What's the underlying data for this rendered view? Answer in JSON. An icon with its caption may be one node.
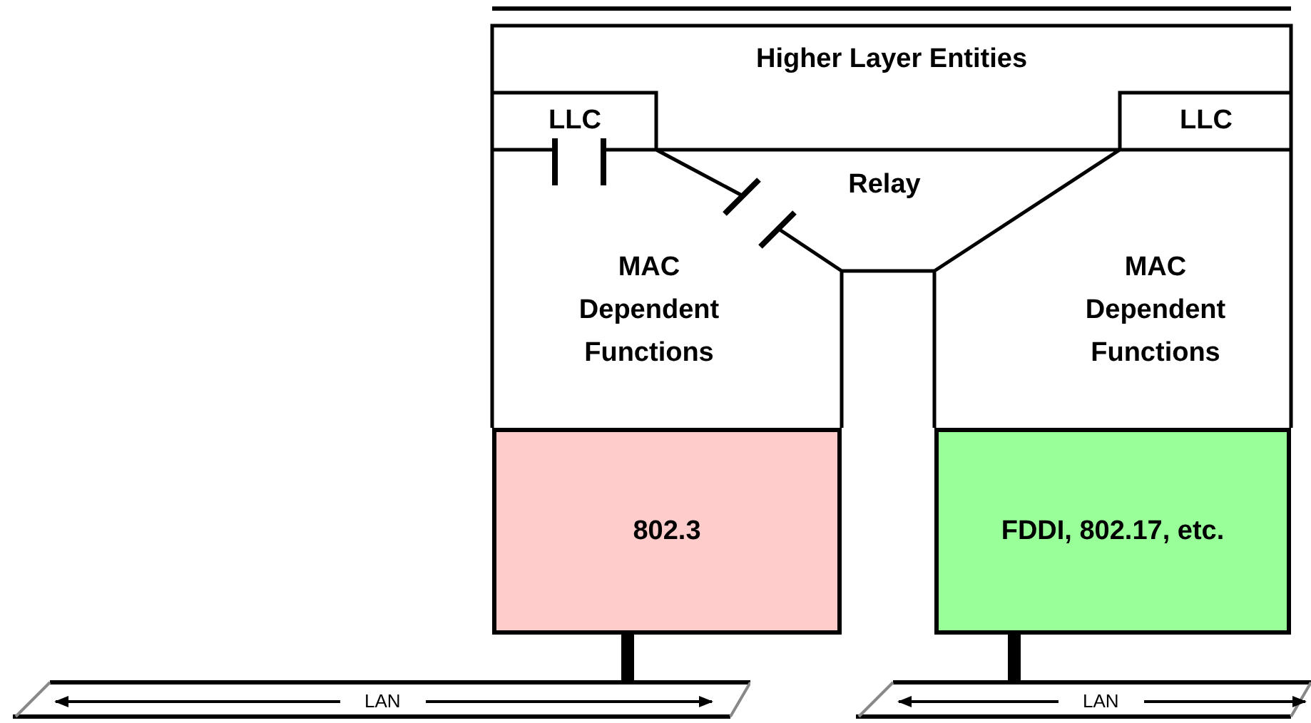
{
  "diagram": {
    "nodes": [
      {
        "text": [
          "Higher Layer Entities"
        ]
      },
      {
        "text": [
          "LLC"
        ]
      },
      {
        "text": [
          "LLC"
        ]
      },
      {
        "text": [
          "Relay"
        ]
      },
      {
        "text": [
          "MAC Dependent Functions"
        ]
      },
      {
        "text": [
          "MAC Dependent Functions"
        ]
      },
      {
        "text": [
          "802.3"
        ]
      },
      {
        "text": [
          "FDDI, 802.17, etc."
        ]
      },
      {
        "text": [
          "LAN"
        ]
      },
      {
        "text": [
          "LAN"
        ]
      }
    ],
    "edges": [
      {
        "from": 6,
        "to": 8,
        "arrow": "none"
      },
      {
        "from": 7,
        "to": 9,
        "arrow": "none"
      }
    ]
  }
}
